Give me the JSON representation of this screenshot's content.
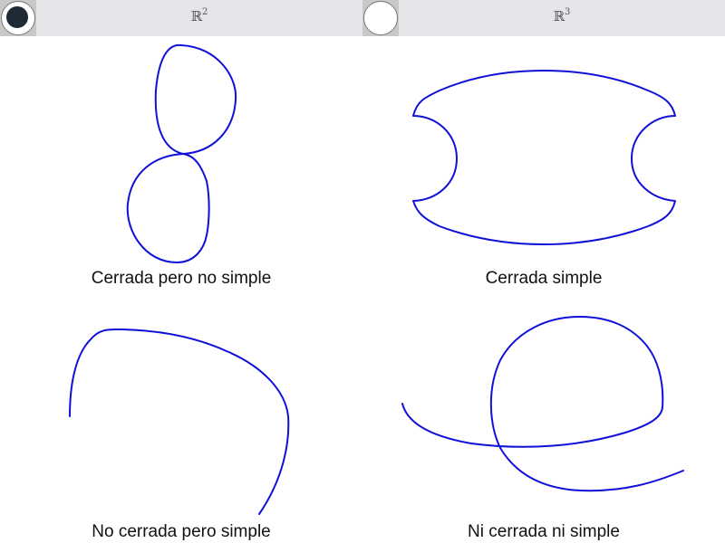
{
  "tabs": [
    {
      "symbol": "ℝ",
      "exponent": "2",
      "selected": true
    },
    {
      "symbol": "ℝ",
      "exponent": "3",
      "selected": false
    }
  ],
  "panels": [
    {
      "caption": "Cerrada pero no simple"
    },
    {
      "caption": "Cerrada simple"
    },
    {
      "caption": "No cerrada pero simple"
    },
    {
      "caption": "Ni cerrada ni simple"
    }
  ],
  "colors": {
    "curve": "#1010d8",
    "tab_bg": "#e3e5e8",
    "selected_dot": "#1f2a36"
  }
}
